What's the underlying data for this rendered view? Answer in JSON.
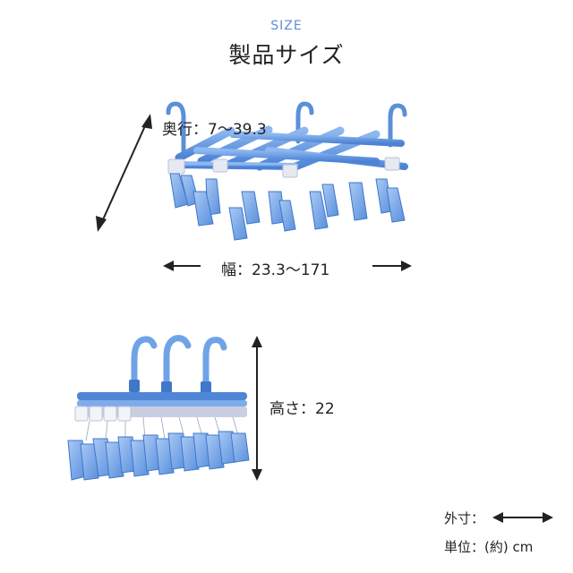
{
  "header": {
    "size_label": "SIZE",
    "title": "製品サイズ"
  },
  "dimensions": {
    "depth": "奥行：7〜39.3",
    "width": "幅：23.3〜171",
    "height": "高さ：22"
  },
  "legend": {
    "outer_label": "外寸：",
    "unit_label": "単位：(約) cm"
  },
  "colors": {
    "accent": "#5b8fd8",
    "product_blue": "#6fa3e8",
    "product_dark_blue": "#3f77c9",
    "product_light": "#d9dde8",
    "text": "#222222"
  },
  "icons": [
    "arrow-icon",
    "hanger-icon"
  ]
}
